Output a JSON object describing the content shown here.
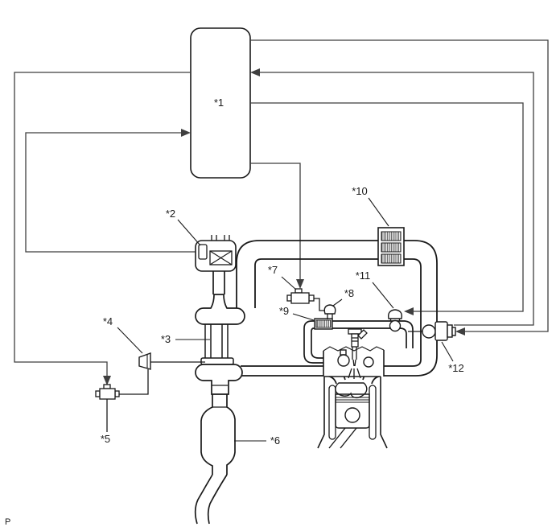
{
  "figure": {
    "kind": "service-manual-system-diagram",
    "background": "#ffffff",
    "component_line_color": "#1a1a1a",
    "signal_line_color": "#3f3f3f",
    "callouts": {
      "c1": "*1",
      "c2": "*2",
      "c3": "*3",
      "c4": "*4",
      "c5": "*5",
      "c6": "*6",
      "c7": "*7",
      "c8": "*8",
      "c9": "*9",
      "c10": "*10",
      "c11": "*11",
      "c12": "*12"
    },
    "corner_marker": "P"
  }
}
